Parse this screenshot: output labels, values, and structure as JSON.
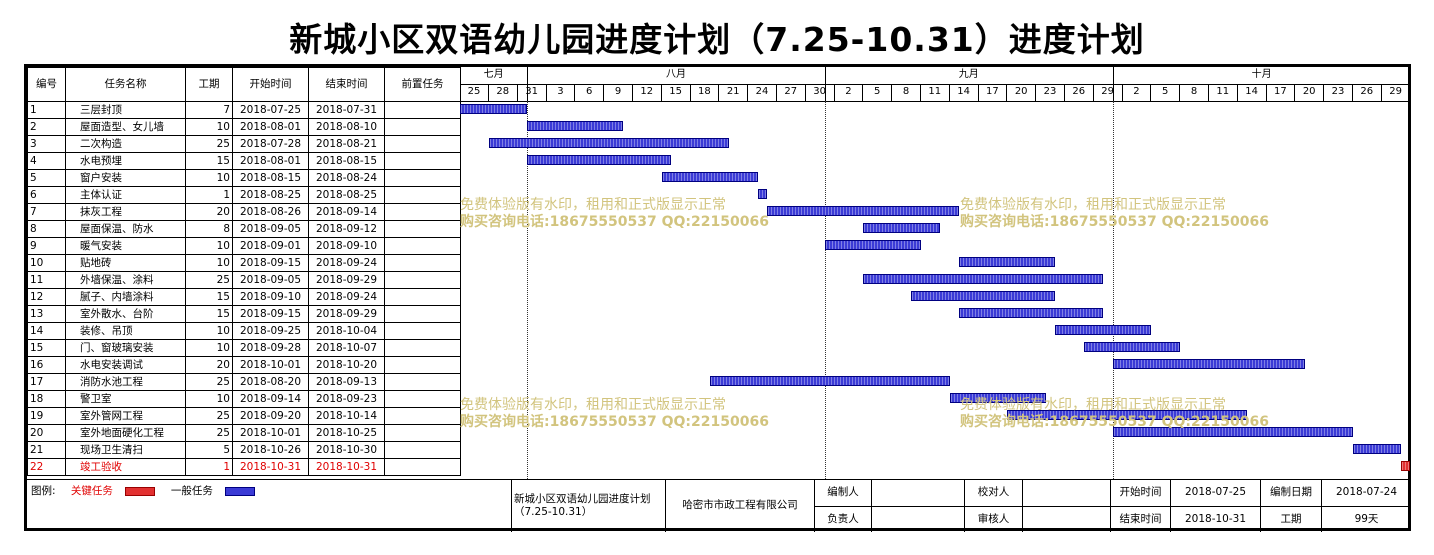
{
  "title": "新城小区双语幼儿园进度计划（7.25-10.31）进度计划",
  "columns": {
    "no": "编号",
    "name": "任务名称",
    "duration": "工期",
    "start": "开始时间",
    "end": "结束时间",
    "pred": "前置任务"
  },
  "months": [
    "七月",
    "八月",
    "九月",
    "十月"
  ],
  "day_labels": [
    "25",
    "28",
    "31",
    "3",
    "6",
    "9",
    "12",
    "15",
    "18",
    "21",
    "24",
    "27",
    "30",
    "2",
    "5",
    "8",
    "11",
    "14",
    "17",
    "20",
    "23",
    "26",
    "29",
    "2",
    "5",
    "8",
    "11",
    "14",
    "17",
    "20",
    "23",
    "26",
    "29"
  ],
  "tasks": [
    {
      "no": "1",
      "name": "三层封顶",
      "duration": "7",
      "start": "2018-07-25",
      "end": "2018-07-31",
      "critical": false
    },
    {
      "no": "2",
      "name": "屋面造型、女儿墙",
      "duration": "10",
      "start": "2018-08-01",
      "end": "2018-08-10",
      "critical": false
    },
    {
      "no": "3",
      "name": "二次构造",
      "duration": "25",
      "start": "2018-07-28",
      "end": "2018-08-21",
      "critical": false
    },
    {
      "no": "4",
      "name": "水电预埋",
      "duration": "15",
      "start": "2018-08-01",
      "end": "2018-08-15",
      "critical": false
    },
    {
      "no": "5",
      "name": "窗户安装",
      "duration": "10",
      "start": "2018-08-15",
      "end": "2018-08-24",
      "critical": false
    },
    {
      "no": "6",
      "name": "主体认证",
      "duration": "1",
      "start": "2018-08-25",
      "end": "2018-08-25",
      "critical": false
    },
    {
      "no": "7",
      "name": "抹灰工程",
      "duration": "20",
      "start": "2018-08-26",
      "end": "2018-09-14",
      "critical": false
    },
    {
      "no": "8",
      "name": "屋面保温、防水",
      "duration": "8",
      "start": "2018-09-05",
      "end": "2018-09-12",
      "critical": false
    },
    {
      "no": "9",
      "name": "暖气安装",
      "duration": "10",
      "start": "2018-09-01",
      "end": "2018-09-10",
      "critical": false
    },
    {
      "no": "10",
      "name": "贴地砖",
      "duration": "10",
      "start": "2018-09-15",
      "end": "2018-09-24",
      "critical": false
    },
    {
      "no": "11",
      "name": "外墙保温、涂料",
      "duration": "25",
      "start": "2018-09-05",
      "end": "2018-09-29",
      "critical": false
    },
    {
      "no": "12",
      "name": "腻子、内墙涂料",
      "duration": "15",
      "start": "2018-09-10",
      "end": "2018-09-24",
      "critical": false
    },
    {
      "no": "13",
      "name": "室外散水、台阶",
      "duration": "15",
      "start": "2018-09-15",
      "end": "2018-09-29",
      "critical": false
    },
    {
      "no": "14",
      "name": "装修、吊顶",
      "duration": "10",
      "start": "2018-09-25",
      "end": "2018-10-04",
      "critical": false
    },
    {
      "no": "15",
      "name": "门、窗玻璃安装",
      "duration": "10",
      "start": "2018-09-28",
      "end": "2018-10-07",
      "critical": false
    },
    {
      "no": "16",
      "name": "水电安装调试",
      "duration": "20",
      "start": "2018-10-01",
      "end": "2018-10-20",
      "critical": false
    },
    {
      "no": "17",
      "name": "消防水池工程",
      "duration": "25",
      "start": "2018-08-20",
      "end": "2018-09-13",
      "critical": false
    },
    {
      "no": "18",
      "name": "警卫室",
      "duration": "10",
      "start": "2018-09-14",
      "end": "2018-09-23",
      "critical": false
    },
    {
      "no": "19",
      "name": "室外管网工程",
      "duration": "25",
      "start": "2018-09-20",
      "end": "2018-10-14",
      "critical": false
    },
    {
      "no": "20",
      "name": "室外地面硬化工程",
      "duration": "25",
      "start": "2018-10-01",
      "end": "2018-10-25",
      "critical": false
    },
    {
      "no": "21",
      "name": "现场卫生清扫",
      "duration": "5",
      "start": "2018-10-26",
      "end": "2018-10-30",
      "critical": false
    },
    {
      "no": "22",
      "name": "竣工验收",
      "duration": "1",
      "start": "2018-10-31",
      "end": "2018-10-31",
      "critical": true
    }
  ],
  "watermark": {
    "line1": "免费体验版有水印，租用和正式版显示正常",
    "line2": "购买咨询电话:18675550537 QQ:22150066"
  },
  "footer": {
    "legend_label": "图例:",
    "critical_label": "关键任务",
    "normal_label": "一般任务",
    "project_name": "新城小区双语幼儿园进度计划（7.25-10.31）",
    "company": "哈密市市政工程有限公司",
    "compiler_label": "编制人",
    "checker_label": "校对人",
    "responsible_label": "负责人",
    "reviewer_label": "审核人",
    "start_label": "开始时间",
    "start_value": "2018-07-25",
    "date_label": "编制日期",
    "date_value": "2018-07-24",
    "end_label": "结束时间",
    "end_value": "2018-10-31",
    "duration_label": "工期",
    "duration_value": "99天"
  },
  "colors": {
    "normal_bar": "#3b3bd6",
    "critical_bar": "#e23030",
    "critical_text": "#e00000",
    "watermark": "#d2c47e"
  }
}
